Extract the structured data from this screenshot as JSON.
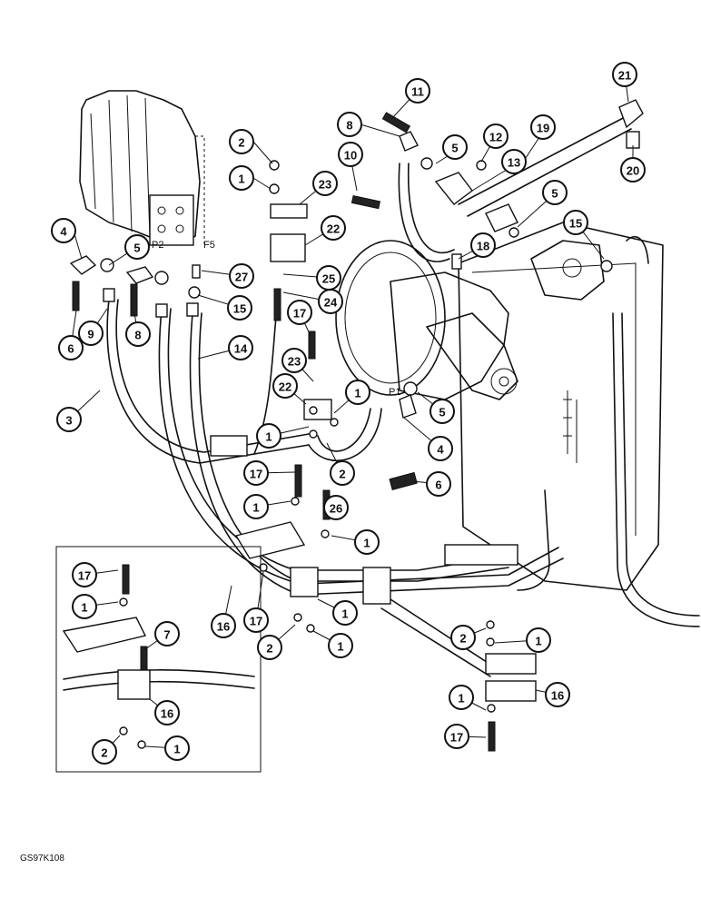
{
  "figure_code": "GS97K108",
  "port_labels": [
    "P2",
    "F5",
    "P1"
  ],
  "callouts": [
    {
      "n": "11"
    },
    {
      "n": "21"
    },
    {
      "n": "8"
    },
    {
      "n": "19"
    },
    {
      "n": "12"
    },
    {
      "n": "2"
    },
    {
      "n": "10"
    },
    {
      "n": "5"
    },
    {
      "n": "13"
    },
    {
      "n": "20"
    },
    {
      "n": "1"
    },
    {
      "n": "23"
    },
    {
      "n": "5"
    },
    {
      "n": "4"
    },
    {
      "n": "22"
    },
    {
      "n": "15"
    },
    {
      "n": "5"
    },
    {
      "n": "18"
    },
    {
      "n": "27"
    },
    {
      "n": "25"
    },
    {
      "n": "15"
    },
    {
      "n": "24"
    },
    {
      "n": "9"
    },
    {
      "n": "8"
    },
    {
      "n": "17"
    },
    {
      "n": "6"
    },
    {
      "n": "14"
    },
    {
      "n": "23"
    },
    {
      "n": "3"
    },
    {
      "n": "22"
    },
    {
      "n": "1"
    },
    {
      "n": "5"
    },
    {
      "n": "1"
    },
    {
      "n": "4"
    },
    {
      "n": "2"
    },
    {
      "n": "17"
    },
    {
      "n": "6"
    },
    {
      "n": "1"
    },
    {
      "n": "26"
    },
    {
      "n": "1"
    },
    {
      "n": "17"
    },
    {
      "n": "1"
    },
    {
      "n": "7"
    },
    {
      "n": "16"
    },
    {
      "n": "1"
    },
    {
      "n": "17"
    },
    {
      "n": "2"
    },
    {
      "n": "1"
    },
    {
      "n": "2"
    },
    {
      "n": "1"
    },
    {
      "n": "16"
    },
    {
      "n": "1"
    },
    {
      "n": "16"
    },
    {
      "n": "2"
    },
    {
      "n": "1"
    },
    {
      "n": "17"
    }
  ]
}
